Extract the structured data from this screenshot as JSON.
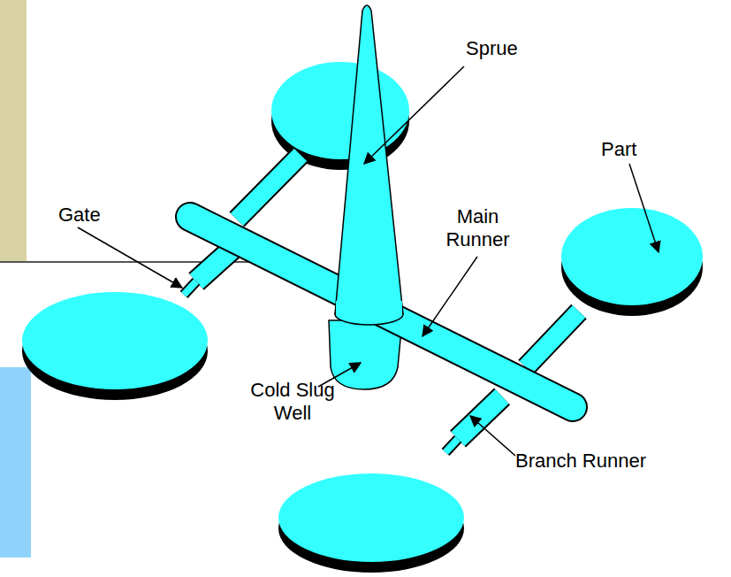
{
  "diagram": {
    "labels": [
      "Sprue",
      "Part",
      "Gate",
      "Main Runner",
      "Cold Slug Well",
      "Branch Runner"
    ]
  }
}
